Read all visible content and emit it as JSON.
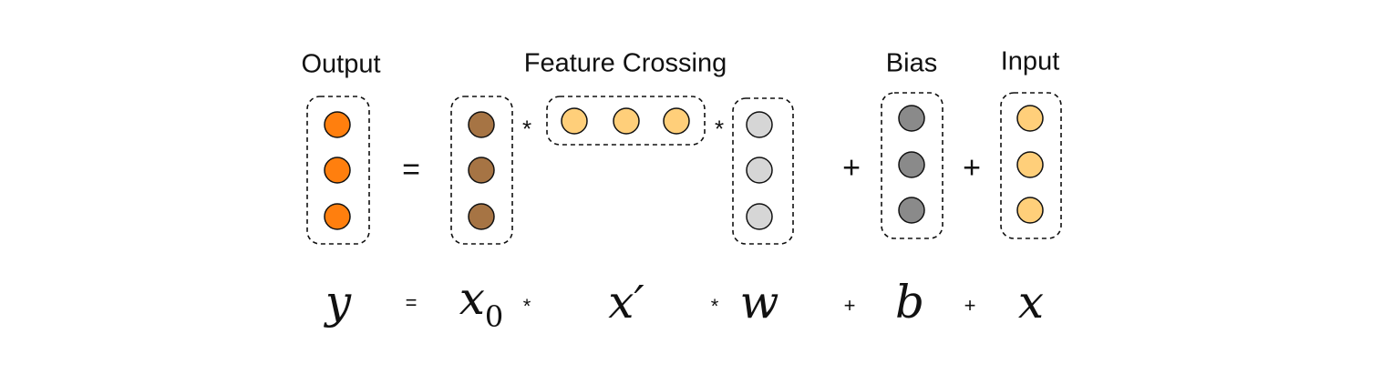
{
  "labels": {
    "output": "Output",
    "feature_crossing": "Feature Crossing",
    "bias": "Bias",
    "input": "Input"
  },
  "operators": {
    "equals": "=",
    "times": "*",
    "plus": "+"
  },
  "formula": {
    "y": "y",
    "x0_base": "x",
    "x0_sub": "0",
    "x_prime": "x′",
    "w": "w",
    "b": "b",
    "x": "x"
  },
  "colors": {
    "output_node": "#FF7F0E",
    "x0_node": "#A67444",
    "x_prime_node": "#FFCF7A",
    "w_node": "#D6D6D6",
    "bias_node": "#8A8A8A",
    "input_node": "#FFCF7A",
    "stroke": "#111111"
  },
  "groups": [
    {
      "name": "output-vector",
      "nodes": 3,
      "orientation": "vertical",
      "color_key": "output_node"
    },
    {
      "name": "x0-vector",
      "nodes": 3,
      "orientation": "vertical",
      "color_key": "x0_node"
    },
    {
      "name": "x-prime-vector",
      "nodes": 3,
      "orientation": "horizontal",
      "color_key": "x_prime_node"
    },
    {
      "name": "w-vector",
      "nodes": 3,
      "orientation": "vertical",
      "color_key": "w_node"
    },
    {
      "name": "bias-vector",
      "nodes": 3,
      "orientation": "vertical",
      "color_key": "bias_node"
    },
    {
      "name": "input-vector",
      "nodes": 3,
      "orientation": "vertical",
      "color_key": "input_node"
    }
  ]
}
